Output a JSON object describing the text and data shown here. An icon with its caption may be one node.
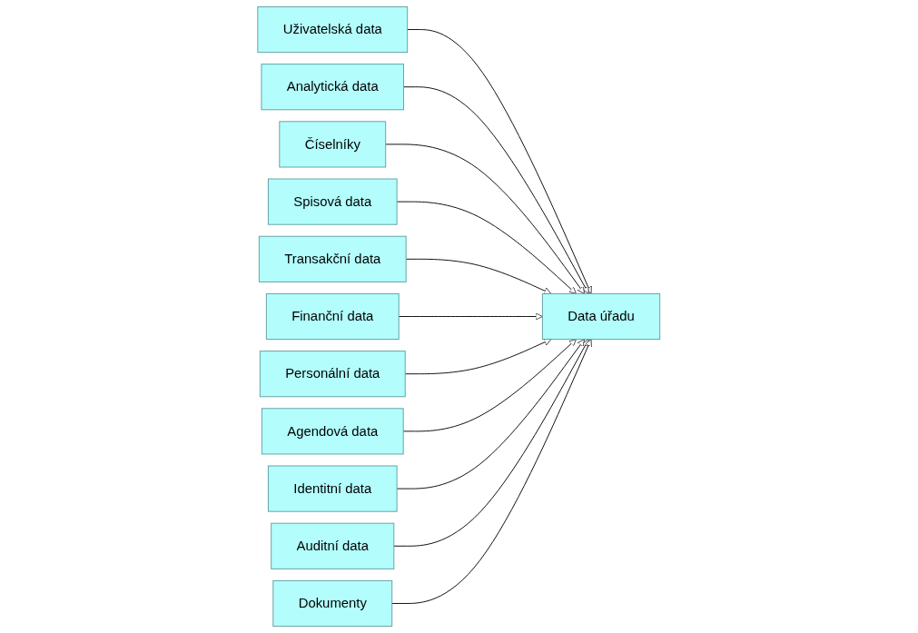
{
  "diagram": {
    "nodes": [
      {
        "text": [
          "Uživatelská data"
        ]
      },
      {
        "text": [
          "Data úřadu"
        ]
      },
      {
        "text": [
          "Analytická data"
        ]
      },
      {
        "text": [
          "Číselníky"
        ]
      },
      {
        "text": [
          "Spisová data"
        ]
      },
      {
        "text": [
          "Transakční data"
        ]
      },
      {
        "text": [
          "Finanční data"
        ]
      },
      {
        "text": [
          "Personální data"
        ]
      },
      {
        "text": [
          "Agendová data"
        ]
      },
      {
        "text": [
          "Identitní data"
        ]
      },
      {
        "text": [
          "Auditní data"
        ]
      },
      {
        "text": [
          "Dokumenty"
        ]
      }
    ],
    "edges": [
      {
        "from": 0,
        "to": 1,
        "arrow": "to"
      },
      {
        "from": 2,
        "to": 1,
        "arrow": "to"
      },
      {
        "from": 3,
        "to": 1,
        "arrow": "to"
      },
      {
        "from": 4,
        "to": 1,
        "arrow": "to"
      },
      {
        "from": 5,
        "to": 1,
        "arrow": "to"
      },
      {
        "from": 6,
        "to": 1,
        "arrow": "to"
      },
      {
        "from": 7,
        "to": 1,
        "arrow": "to"
      },
      {
        "from": 8,
        "to": 1,
        "arrow": "to"
      },
      {
        "from": 9,
        "to": 1,
        "arrow": "to"
      },
      {
        "from": 10,
        "to": 1,
        "arrow": "to"
      },
      {
        "from": 11,
        "to": 1,
        "arrow": "to"
      }
    ]
  }
}
